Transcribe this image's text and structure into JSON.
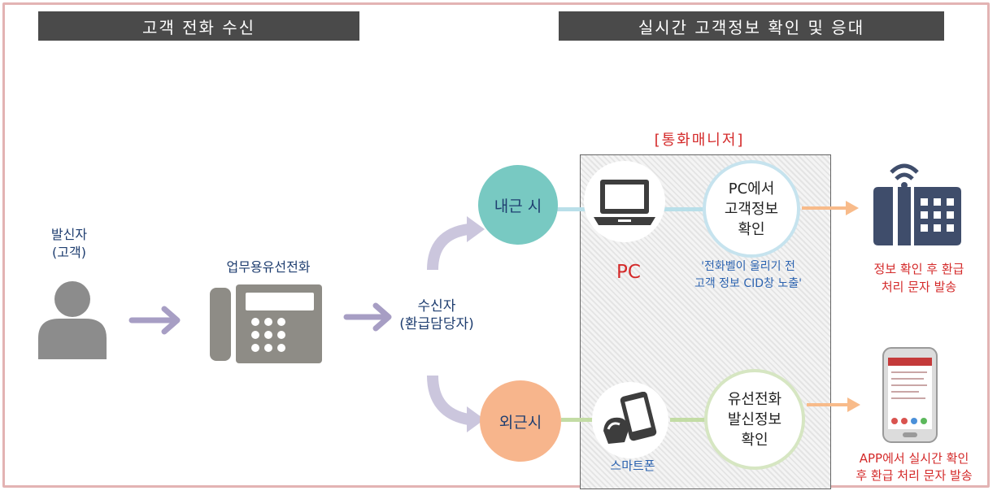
{
  "headers": {
    "left": "고객 전화 수신",
    "right": "실시간 고객정보 확인 및 응대"
  },
  "caller": {
    "line1": "발신자",
    "line2": "(고객)"
  },
  "office_phone": {
    "label": "업무용유선전화"
  },
  "receiver": {
    "line1": "수신자",
    "line2": "(환급담당자)"
  },
  "panel_title": "[통화매니저]",
  "in_office": {
    "label": "내근 시"
  },
  "out_office": {
    "label": "외근시"
  },
  "pc": {
    "label": "PC"
  },
  "smartphone": {
    "label": "스마트폰"
  },
  "pc_check": {
    "line1": "PC에서",
    "line2": "고객정보",
    "line3": "확인"
  },
  "wired_check": {
    "line1": "유선전화",
    "line2": "발신정보",
    "line3": "확인"
  },
  "cid_note": {
    "line1": "'전화벨이 울리기 전",
    "line2": "고객 정보 CID창 노출'"
  },
  "result_top": {
    "line1": "정보 확인 후 환급",
    "line2": "처리 문자 발송"
  },
  "result_bottom": {
    "line1": "APP에서 실시간 확인",
    "line2": "후 환급 처리 문자 발송"
  },
  "colors": {
    "header_bg": "#4a4a4a",
    "arrow_purple": "#a79ec4",
    "teal": "#78c9c2",
    "peach": "#f7b58c",
    "orange_arrow": "#f8bb8a",
    "accent_red": "#d42a2a",
    "text_blue": "#1f3e70"
  },
  "icons": [
    "person-icon",
    "desk-phone-icon",
    "laptop-icon",
    "touch-phone-icon",
    "wifi-phone-icon",
    "smartphone-app-icon"
  ]
}
